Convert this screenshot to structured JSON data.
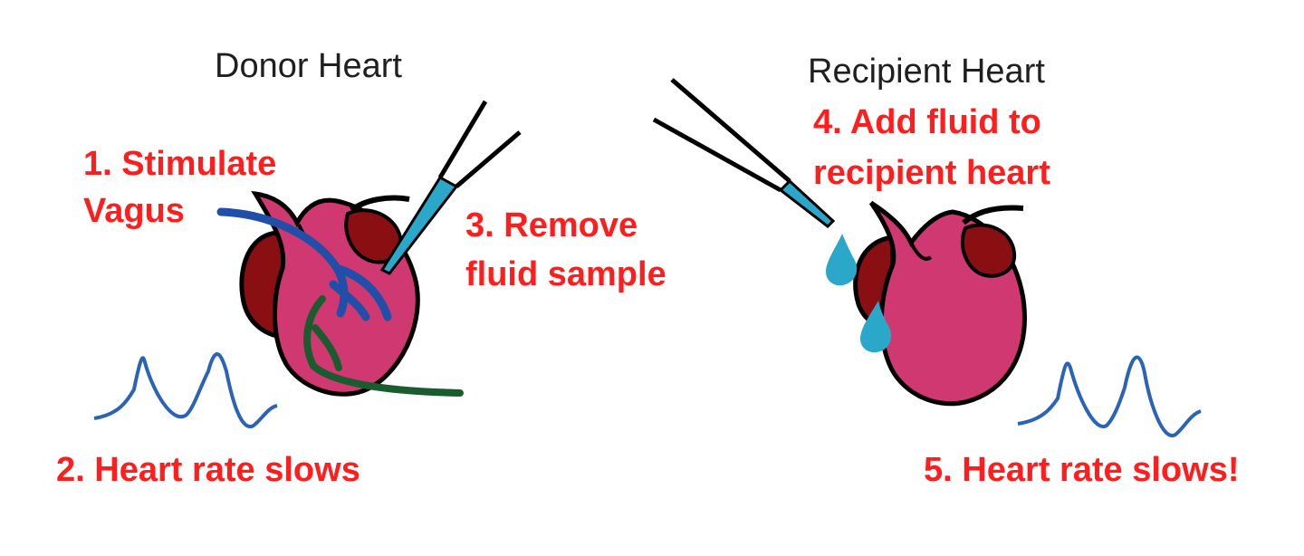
{
  "titles": {
    "donor": "Donor Heart",
    "recipient": "Recipient Heart"
  },
  "steps": {
    "s1_line1": "1. Stimulate",
    "s1_line2": "Vagus",
    "s2": "2. Heart rate slows",
    "s3_line1": "3. Remove",
    "s3_line2": "fluid sample",
    "s4_line1": "4. Add fluid to",
    "s4_line2": "recipient heart",
    "s5": "5. Heart rate slows!"
  },
  "colors": {
    "heart": "#cf3870",
    "atrium": "#8a0f12",
    "outline": "#000000",
    "vagus_nerve": "#1f4fa8",
    "green_nerve": "#1a5c2e",
    "pipette_fluid": "#2aa7c9",
    "ecg_trace": "#2a63b8",
    "step_text": "#ff1d1d",
    "title_text": "#1f1f1f"
  }
}
